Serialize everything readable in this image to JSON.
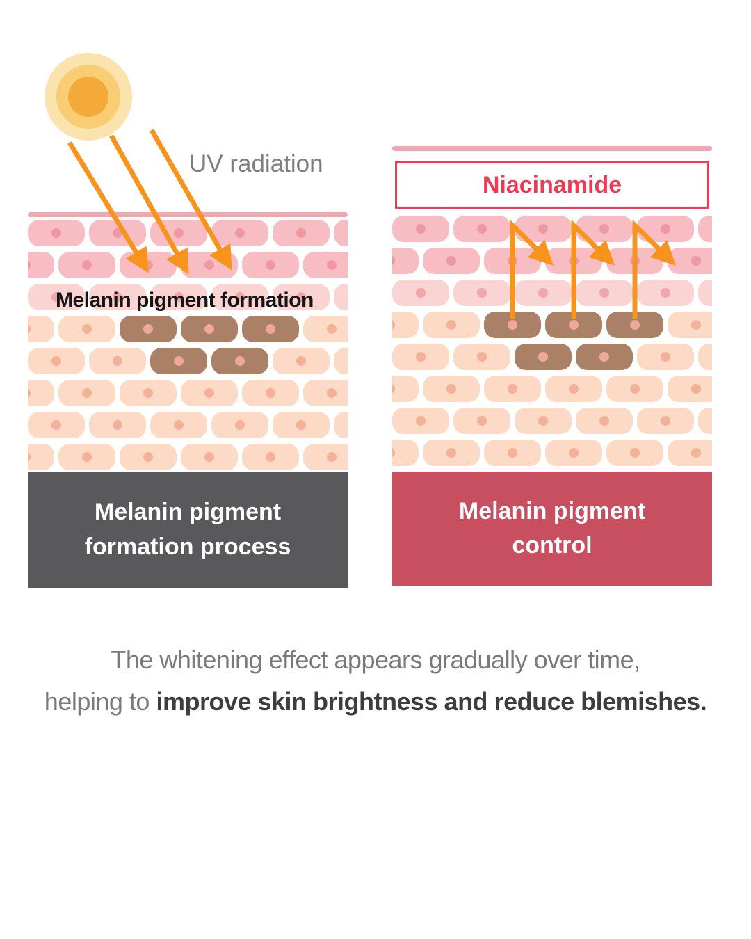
{
  "colors": {
    "bg": "#ffffff",
    "sun-outer": "#fbe3ae",
    "sun-mid": "#f8cd74",
    "sun-core": "#f4aa39",
    "arrow": "#f8941e",
    "surface-line": "#f3a6ae",
    "gray-box": "#59585a",
    "red-box": "#c84f60",
    "niacinamide-red": "#ee3a55",
    "label-dark": "#151515",
    "text-gray": "#7e7e7e",
    "footer-gray": "#7a7a7a",
    "footer-dark": "#3d3d3d",
    "box-text": "#ffffff"
  },
  "left_panel": {
    "uv_label": "UV radiation",
    "overlay_label": "Melanin pigment formation",
    "caption_line1": "Melanin pigment",
    "caption_line2": "formation process"
  },
  "right_panel": {
    "header": "Niacinamide",
    "caption_line1": "Melanin pigment",
    "caption_line2": "control"
  },
  "footer": {
    "line1": "The whitening effect appears gradually over time,",
    "line2_prefix": "helping to ",
    "line2_bold": "improve skin brightness and reduce blemishes."
  },
  "skin": {
    "palette": {
      "pink": {
        "bg": "#f7bdc2",
        "dot": "#ee98a2"
      },
      "blush": {
        "bg": "#fad4d2",
        "dot": "#f1a7a8"
      },
      "peach": {
        "bg": "#fcdac6",
        "dot": "#f4b197"
      },
      "brown": {
        "bg": "#aa8166",
        "dot": "#efa69d"
      }
    },
    "panels": {
      "left": {
        "rows": [
          {
            "c": "pink",
            "shift": false
          },
          {
            "c": "pink",
            "shift": true
          },
          {
            "c": "blush",
            "shift": false
          },
          {
            "c": "peach",
            "shift": true,
            "brown": [
              2,
              3,
              4
            ]
          },
          {
            "c": "peach",
            "shift": false,
            "brown": [
              2,
              3
            ]
          },
          {
            "c": "peach",
            "shift": true
          },
          {
            "c": "peach",
            "shift": false
          },
          {
            "c": "peach",
            "shift": true
          }
        ]
      },
      "right": {
        "rows": [
          {
            "c": "pink",
            "shift": false
          },
          {
            "c": "pink",
            "shift": true
          },
          {
            "c": "blush",
            "shift": false
          },
          {
            "c": "peach",
            "shift": true,
            "brown": [
              2,
              3,
              4
            ]
          },
          {
            "c": "peach",
            "shift": false,
            "brown": [
              2,
              3
            ]
          },
          {
            "c": "peach",
            "shift": true
          },
          {
            "c": "peach",
            "shift": false
          },
          {
            "c": "peach",
            "shift": true
          }
        ]
      }
    }
  }
}
